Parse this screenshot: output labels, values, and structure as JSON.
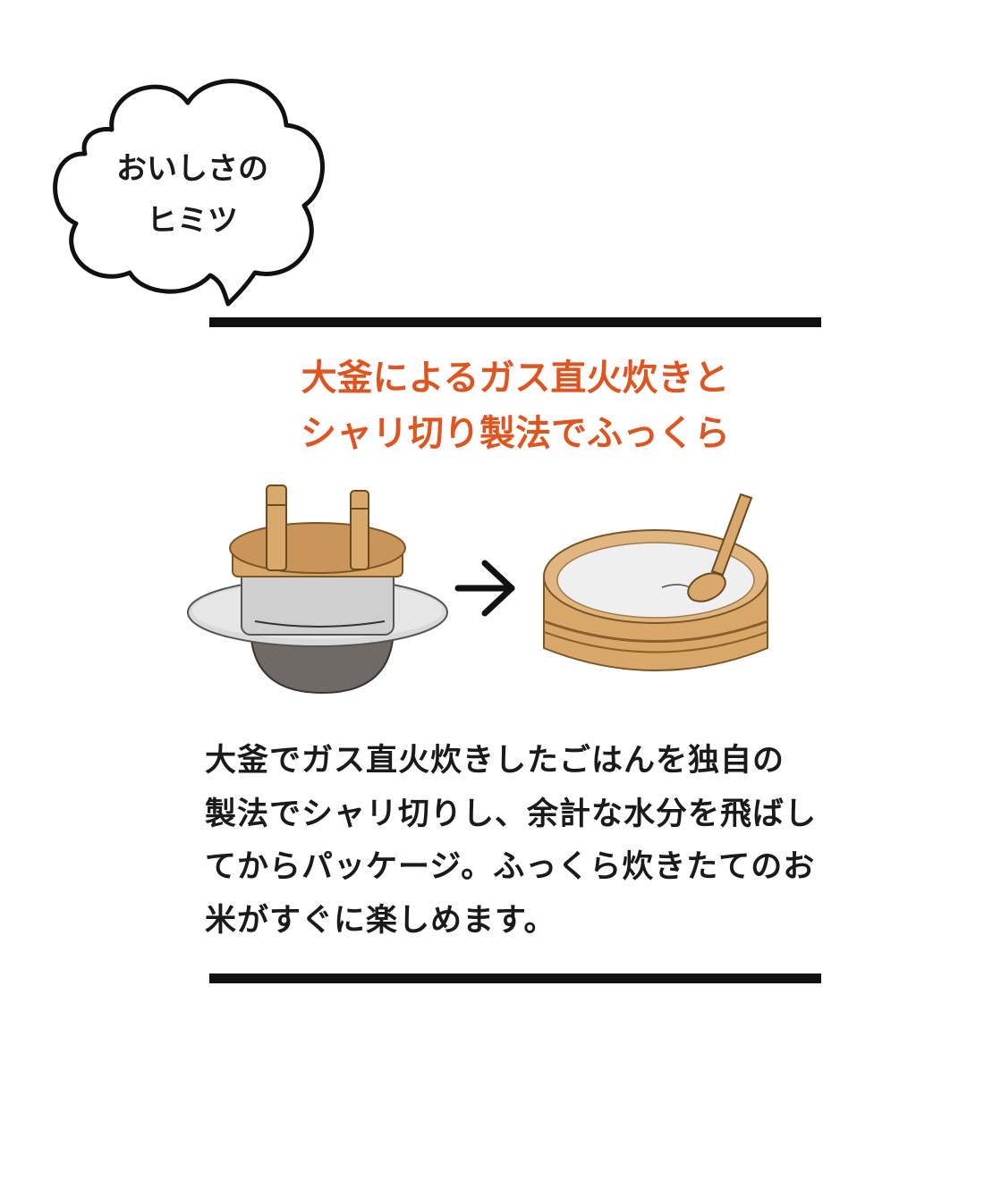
{
  "bubble": {
    "lines": [
      "おいしさの",
      "ヒミツ"
    ]
  },
  "headline": {
    "lines": [
      "大釜によるガス直火炊きと",
      "シャリ切り製法でふっくら"
    ],
    "color": "#e0551f"
  },
  "illustration": {
    "left_icon": "pot-on-stove-icon",
    "arrow_icon": "arrow-right-icon",
    "right_icon": "rice-tub-with-paddle-icon"
  },
  "body": {
    "lines": [
      "大釜でガス直火炊きしたごはんを独自の",
      "製法でシャリ切りし、余計な水分を飛ばし",
      "てからパッケージ。ふっくら炊きたてのお",
      "米がすぐに楽しめます。"
    ]
  }
}
